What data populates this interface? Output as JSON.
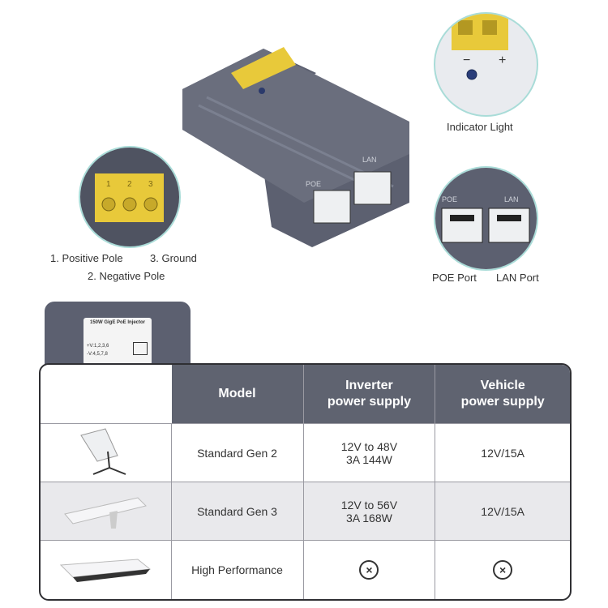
{
  "callouts": {
    "indicator": "Indicator Light",
    "positive_pole": "1. Positive Pole",
    "ground": "3. Ground",
    "negative_pole": "2. Negative Pole",
    "poe_port": "POE Port",
    "lan_port": "LAN Port"
  },
  "device_labels": {
    "poe": "POE",
    "lan": "LAN",
    "terminal_1": "1",
    "terminal_2": "2",
    "terminal_3": "3",
    "minus": "−",
    "plus": "+"
  },
  "back_label": {
    "title": "150W GigE PoE Injector",
    "line1": "+V:1,2,3,6",
    "line2": "-V:4,5,7,8"
  },
  "table": {
    "headers": [
      "",
      "Model",
      "Inverter\npower supply",
      "Vehicle\npower supply"
    ],
    "rows": [
      {
        "model": "Standard Gen 2",
        "inverter_1": "12V to 48V",
        "inverter_2": "3A 144W",
        "vehicle": "12V/15A"
      },
      {
        "model": "Standard Gen 3",
        "inverter_1": "12V to 56V",
        "inverter_2": "3A 168W",
        "vehicle": "12V/15A"
      },
      {
        "model": "High Performance",
        "inverter_1": "⊗",
        "inverter_2": "",
        "vehicle": "⊗"
      }
    ]
  },
  "colors": {
    "device_body": "#5c6070",
    "terminal": "#e8c93a",
    "circle_border": "#a9dcd8",
    "table_header": "#5f6370"
  }
}
